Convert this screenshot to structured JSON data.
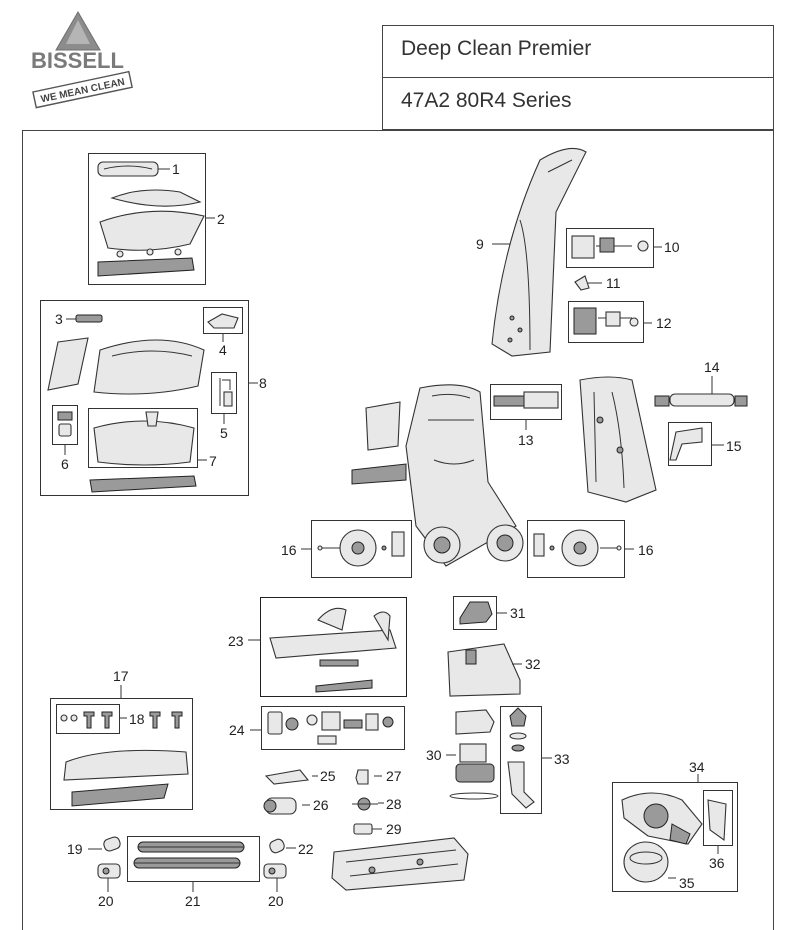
{
  "brand": {
    "name": "BISSELL",
    "tagline": "WE MEAN CLEAN",
    "colors": {
      "logo": "#7a7a7a",
      "triangle": "#8c8c8c"
    }
  },
  "header": {
    "product_name": "Deep Clean Premier",
    "series": "47A2 80R4 Series"
  },
  "callouts": {
    "c1": "1",
    "c2": "2",
    "c3": "3",
    "c4": "4",
    "c5": "5",
    "c6": "6",
    "c7": "7",
    "c8": "8",
    "c9": "9",
    "c10": "10",
    "c11": "11",
    "c12": "12",
    "c13": "13",
    "c14": "14",
    "c15": "15",
    "c16a": "16",
    "c16b": "16",
    "c17": "17",
    "c18": "18",
    "c19": "19",
    "c20a": "20",
    "c20b": "20",
    "c21": "21",
    "c22": "22",
    "c23": "23",
    "c24": "24",
    "c25": "25",
    "c26": "26",
    "c27": "27",
    "c28": "28",
    "c29": "29",
    "c30": "30",
    "c31": "31",
    "c32": "32",
    "c33": "33",
    "c34": "34",
    "c35": "35",
    "c36": "36"
  }
}
